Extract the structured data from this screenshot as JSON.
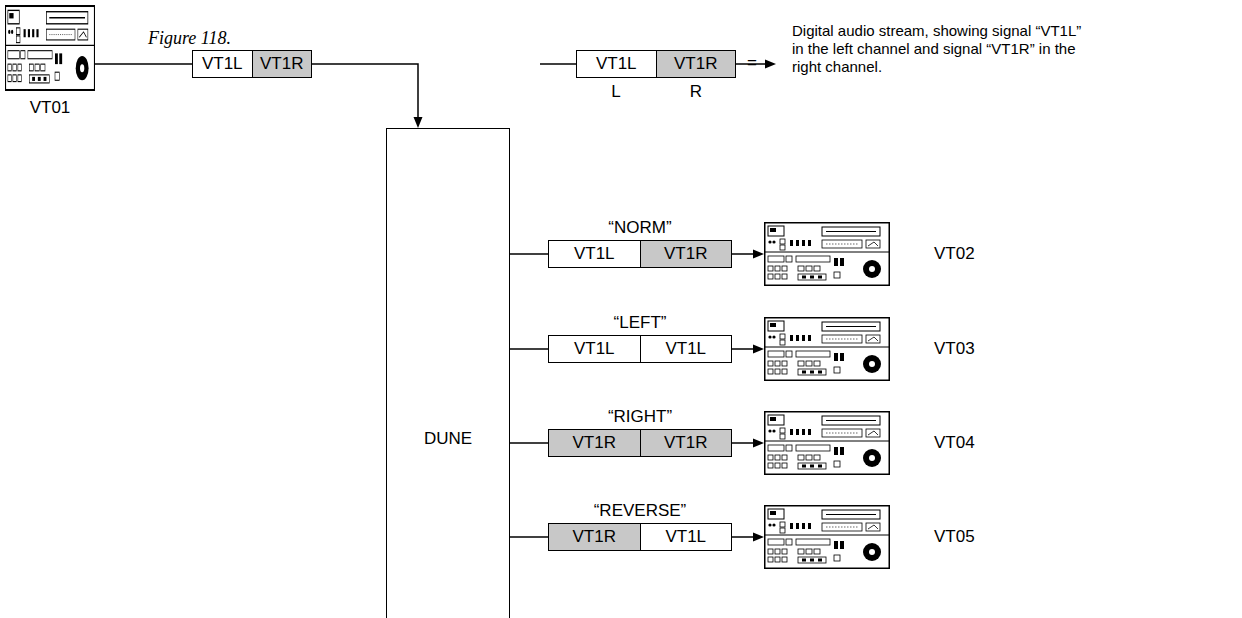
{
  "diagram": {
    "title": "Figure 118.",
    "nodes": [
      {
        "text": [
          "VT01"
        ]
      },
      {
        "text": [
          "VT1L",
          "VT1R"
        ]
      },
      {
        "text": [
          "VT1L",
          "VT1R"
        ]
      },
      {
        "text": [
          "DUNE"
        ]
      },
      {
        "text": [
          "“NORM”",
          "VT1L",
          "VT1R"
        ]
      },
      {
        "text": [
          "VT02"
        ]
      },
      {
        "text": [
          "“LEFT”",
          "VT1L",
          "VT1L"
        ]
      },
      {
        "text": [
          "VT03"
        ]
      },
      {
        "text": [
          "“RIGHT”",
          "VT1R",
          "VT1R"
        ]
      },
      {
        "text": [
          "VT04"
        ]
      },
      {
        "text": [
          "“REVERSE”",
          "VT1R",
          "VT1L"
        ]
      },
      {
        "text": [
          "VT05"
        ]
      }
    ],
    "edges": [
      {
        "from": 0,
        "to": 1,
        "arrow": "none"
      },
      {
        "from": 1,
        "to": 3,
        "arrow": "to"
      },
      {
        "from": 3,
        "to": 4,
        "arrow": "none"
      },
      {
        "from": 4,
        "to": 5,
        "arrow": "to"
      },
      {
        "from": 3,
        "to": 6,
        "arrow": "none"
      },
      {
        "from": 6,
        "to": 7,
        "arrow": "to"
      },
      {
        "from": 3,
        "to": 8,
        "arrow": "none"
      },
      {
        "from": 8,
        "to": 9,
        "arrow": "to"
      },
      {
        "from": 3,
        "to": 10,
        "arrow": "none"
      },
      {
        "from": 10,
        "to": 11,
        "arrow": "to"
      }
    ],
    "labels": [
      "L",
      "R",
      "="
    ],
    "legend": [
      {
        "text": "Digital audio stream, showing signal “VT1L” in the left channel and signal “VT1R” in the right channel."
      }
    ]
  }
}
